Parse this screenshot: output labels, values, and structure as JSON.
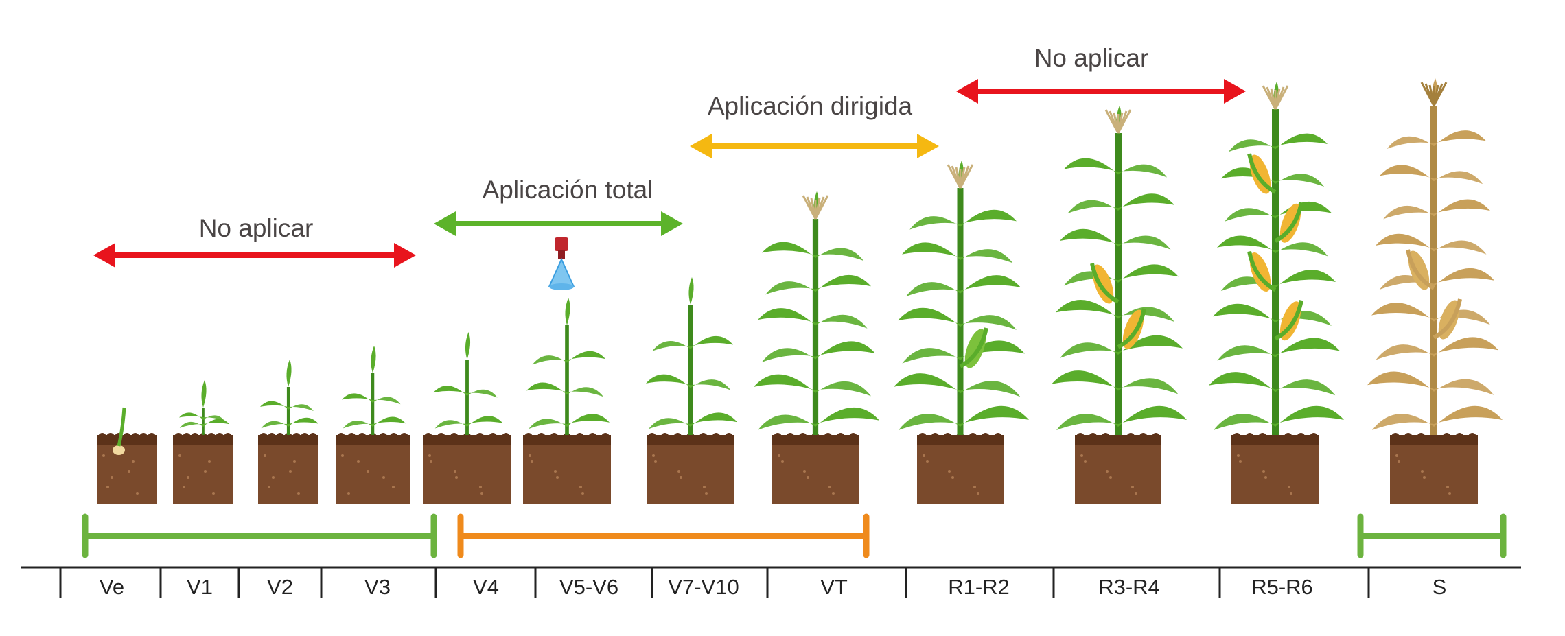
{
  "arrows": [
    {
      "id": "no-aplicar-early",
      "label": "No aplicar",
      "color": "#e8141d"
    },
    {
      "id": "aplicacion-total",
      "label": "Aplicación total",
      "color": "#5cb32a"
    },
    {
      "id": "aplicacion-dirigida",
      "label": "Aplicación dirigida",
      "color": "#f5b811"
    },
    {
      "id": "no-aplicar-late",
      "label": "No aplicar",
      "color": "#e8141d"
    }
  ],
  "stages": [
    "Ve",
    "V1",
    "V2",
    "V3",
    "V4",
    "V5-V6",
    "V7-V10",
    "VT",
    "R1-R2",
    "R3-R4",
    "R5-R6",
    "S"
  ],
  "bracket_colors": {
    "green": "#6cb33f",
    "orange": "#ef8a1c"
  },
  "plant_colors": {
    "leaf": "#5aad2b",
    "leaf_dark": "#3e8a1d",
    "soil": "#7a4a2c",
    "soil_dark": "#5c3219",
    "dry": "#c8a05a",
    "corn": "#f1b533"
  }
}
